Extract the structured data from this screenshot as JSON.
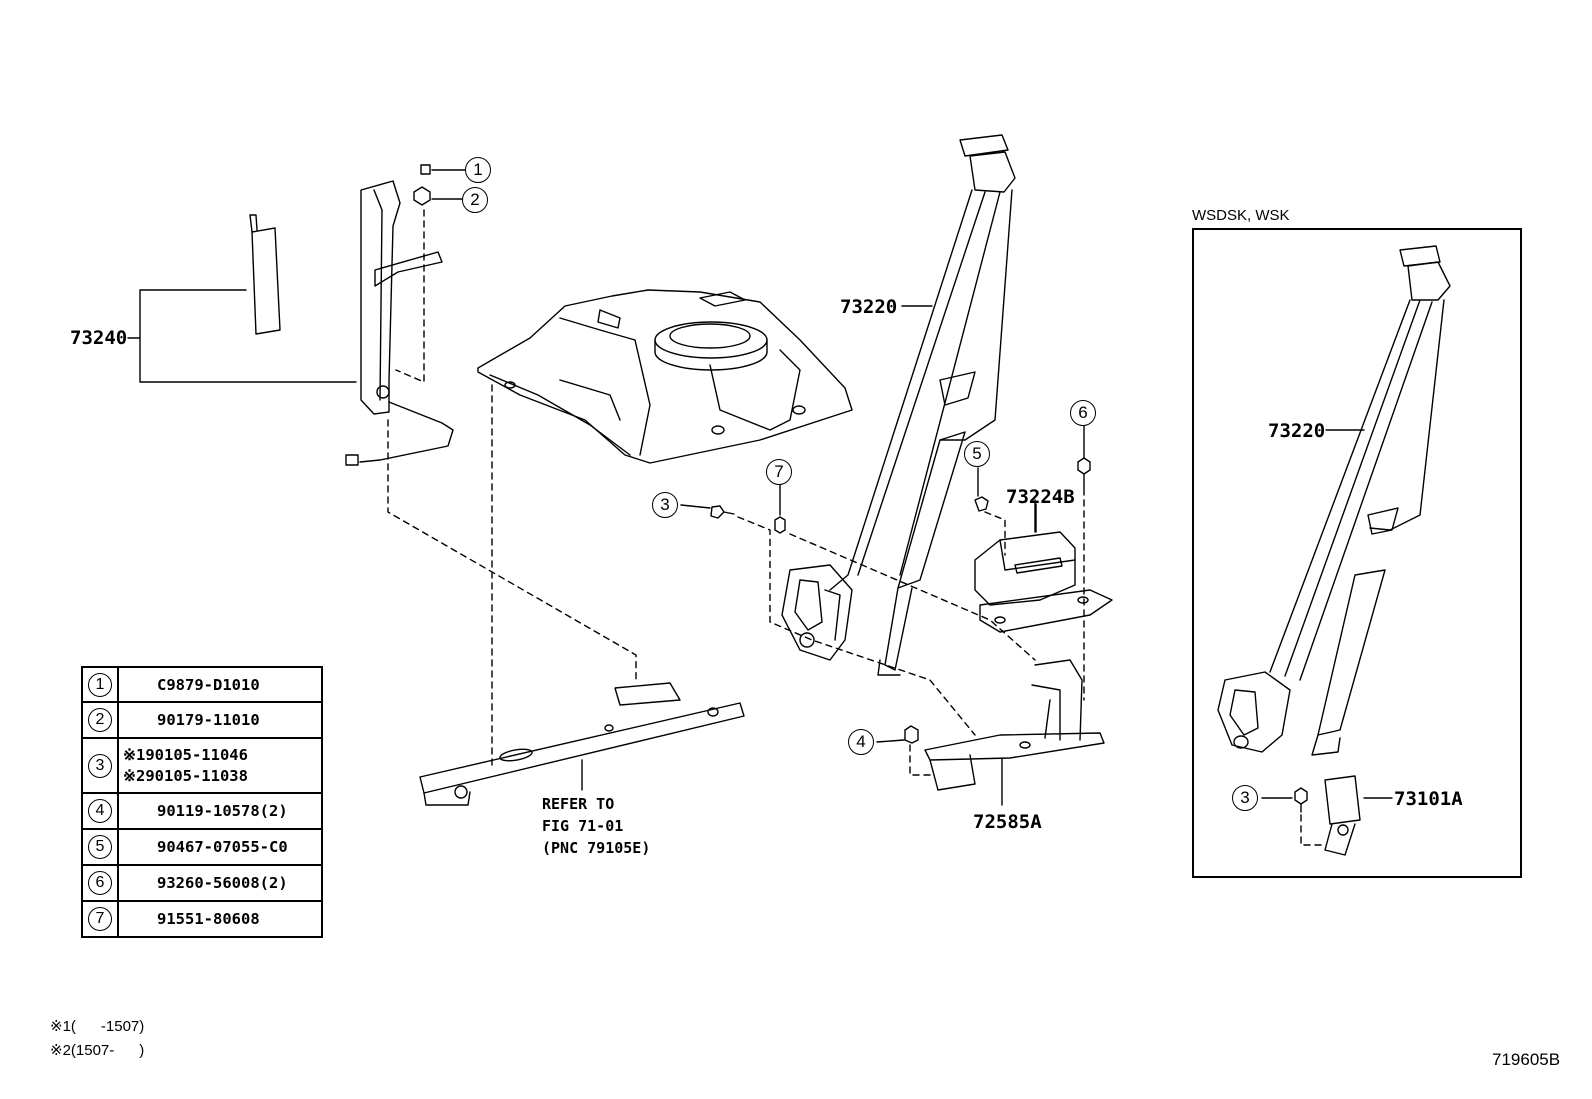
{
  "diagram_code": "719605B",
  "variant_box_title": "WSDSK, WSK",
  "part_labels": {
    "p73240": "73240",
    "p73220_main": "73220",
    "p73224b": "73224B",
    "p72585a": "72585A",
    "p73220_variant": "73220",
    "p73101a": "73101A"
  },
  "callouts": {
    "c1": "1",
    "c2": "2",
    "c3": "3",
    "c4": "4",
    "c5": "5",
    "c6": "6",
    "c7": "7",
    "c3_variant": "3"
  },
  "refer_note": {
    "line1": "REFER TO",
    "line2": "FIG 71-01",
    "line3": "(PNC 79105E)"
  },
  "legend": [
    {
      "idx": "1",
      "part": "C9879-D1010"
    },
    {
      "idx": "2",
      "part": "90179-11010"
    },
    {
      "idx": "3",
      "part_lines": [
        "※190105-11046",
        "※290105-11038"
      ]
    },
    {
      "idx": "4",
      "part": "90119-10578(2)"
    },
    {
      "idx": "5",
      "part": "90467-07055-C0"
    },
    {
      "idx": "6",
      "part": "93260-56008(2)"
    },
    {
      "idx": "7",
      "part": "91551-80608"
    }
  ],
  "footnotes": {
    "n1": "※1(      -1507)",
    "n2": "※2(1507-      )"
  }
}
